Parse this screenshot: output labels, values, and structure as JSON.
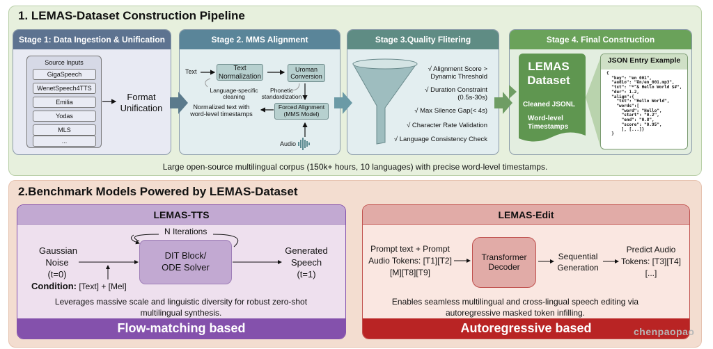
{
  "pipeline": {
    "title": "1. LEMAS-Dataset Construction Pipeline",
    "stage1": {
      "title": "Stage 1: Data Ingestion & Unification",
      "sources_label": "Source Inputs",
      "sources": [
        "GigaSpeech",
        "WenetSpeech4TTS",
        "Emilia",
        "Yodas",
        "MLS",
        "..."
      ],
      "output": "Format Unification"
    },
    "stage2": {
      "title": "Stage 2. MMS Alignment",
      "text_in": "Text",
      "text_norm": "Text Normalization",
      "uroman": "Uroman Conversion",
      "lang_clean": "Language-specific cleaning",
      "phonetic": "Phonetic standardization",
      "forced": "Forced Alignment (MMS Model)",
      "output": "Normalized text with word-level timestamps",
      "audio": "Audio"
    },
    "stage3": {
      "title": "Stage 3.Quality Flitering",
      "checks": [
        "√ Alignment Score > Dynamic Threshold",
        "√ Duration Constraint (0.5s-30s)",
        "√ Max Silence Gap(< 4s)",
        "√ Character Rate Validation",
        "√ Language Consistency Check"
      ]
    },
    "stage4": {
      "title": "Stage 4. Final Construction",
      "dataset": "LEMAS Dataset",
      "jsonl": "Cleaned JSONL",
      "timestamps": "Word-level Timestamps",
      "json_title": "JSON Entry Example",
      "json_body": "{\n  \"key\": \"en_001\",\n  \"audio\": \"en/en_001.mp3\",\n  \"txt\": \"*^& Hello World $#\",\n  \"dur\": 1.2,\n  \"align\":{\n    \"txt\": \"Hello World\",\n    \"words\":[\n      \"word\": \"Hello\",\n      \"start\": \"0.2\",\n      \"end\": \"0.8\",\n      \"score\": \"0.95\",\n      ], [...]}\n  }"
    },
    "caption": "Large open-source multilingual corpus (150k+ hours, 10 languages) with precise word-level timestamps."
  },
  "benchmark": {
    "title": "2.Benchmark Models Powered by LEMAS-Dataset",
    "tts": {
      "title": "LEMAS-TTS",
      "iterations": "N Iterations",
      "input": "Gaussian Noise (t=0)",
      "block": "DIT Block/ ODE Solver",
      "output": "Generated Speech (t=1)",
      "condition_label": "Condition:",
      "condition": "[Text] + [Mel]",
      "desc": "Leverages massive scale and linguistic diversity for robust zero-shot multilingual synthesis.",
      "footer": "Flow-matching based"
    },
    "edit": {
      "title": "LEMAS-Edit",
      "input": "Prompt text + Prompt Audio Tokens: [T1][T2][M][T8][T9]",
      "block": "Transformer Decoder",
      "middle": "Sequential Generation",
      "output": "Predict Audio Tokens: [T3][T4][...]",
      "desc": "Enables seamless multilingual and cross-lingual speech editing via autoregressive masked token infilling.",
      "footer": "Autoregressive based"
    }
  },
  "watermark": "chenpaopao",
  "colors": {
    "stage1": "#5d7390",
    "stage2": "#5a8599",
    "stage3": "#5f8c84",
    "stage4": "#6aa25a",
    "tts": "#8451ac",
    "edit": "#b92424"
  }
}
